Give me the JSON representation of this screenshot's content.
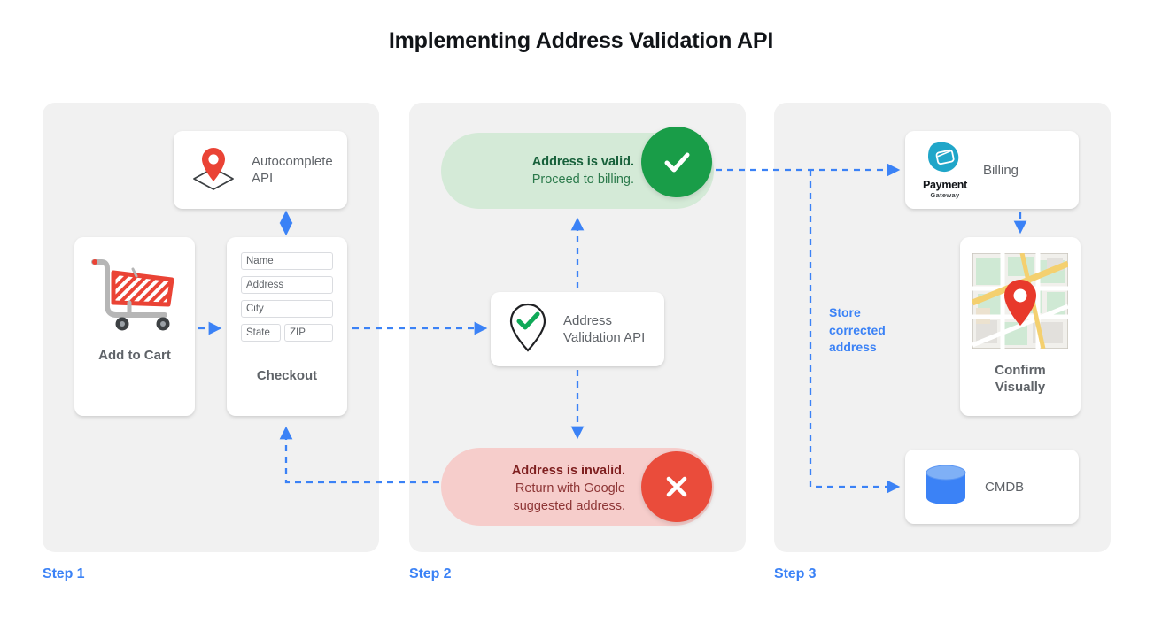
{
  "page": {
    "title": "Implementing Address Validation API",
    "background": "#ffffff",
    "accent_blue": "#3b82f6"
  },
  "steps": [
    {
      "label": "Step 1"
    },
    {
      "label": "Step 2"
    },
    {
      "label": "Step 3"
    }
  ],
  "step1": {
    "autocomplete_card": {
      "label": "Autocomplete API",
      "icon": "map-pin-on-map-icon"
    },
    "cart_card": {
      "label": "Add to Cart",
      "icon": "shopping-cart-icon"
    },
    "checkout_card": {
      "label": "Checkout",
      "fields": [
        {
          "name": "name",
          "placeholder": "Name"
        },
        {
          "name": "address",
          "placeholder": "Address"
        },
        {
          "name": "city",
          "placeholder": "City"
        },
        {
          "name": "state",
          "placeholder": "State"
        },
        {
          "name": "zip",
          "placeholder": "ZIP"
        }
      ]
    }
  },
  "step2": {
    "valid_banner": {
      "line1": "Address is valid.",
      "line2": "Proceed to billing.",
      "badge_icon": "check-circle-icon",
      "background": "#d4ead7",
      "badge_color": "#199d48"
    },
    "validation_card": {
      "label": "Address Validation API",
      "icon": "pin-with-check-icon"
    },
    "invalid_banner": {
      "line1": "Address is invalid.",
      "line2": "Return with Google",
      "line3": "suggested address.",
      "badge_icon": "x-circle-icon",
      "background": "#f6cdcb",
      "badge_color": "#ea4c3b"
    }
  },
  "step3": {
    "billing_card": {
      "label": "Billing",
      "logo_primary": "Payment",
      "logo_secondary": "Gateway",
      "logo_color": "#20a6c9"
    },
    "map_card": {
      "label_line1": "Confirm",
      "label_line2": "Visually",
      "icon": "map-thumbnail-with-pin-icon"
    },
    "cmdb_card": {
      "label": "CMDB",
      "icon": "database-cylinder-icon",
      "icon_color": "#3b82f6"
    },
    "store_note": {
      "line1": "Store",
      "line2": "corrected",
      "line3": "address"
    }
  },
  "connectors": [
    {
      "name": "cart-to-checkout",
      "style": "dashed-arrow-right"
    },
    {
      "name": "autocomplete-to-checkout",
      "style": "dashed-arrow-bidirectional-vertical"
    },
    {
      "name": "checkout-to-validation",
      "style": "dashed-arrow-right"
    },
    {
      "name": "validation-to-valid",
      "style": "dashed-arrow-up"
    },
    {
      "name": "validation-to-invalid",
      "style": "dashed-arrow-down"
    },
    {
      "name": "invalid-to-checkout",
      "style": "dashed-arrow-left-up"
    },
    {
      "name": "valid-to-billing",
      "style": "dashed-arrow-right"
    },
    {
      "name": "billing-to-map",
      "style": "dashed-arrow-down"
    },
    {
      "name": "store-to-cmdb",
      "style": "dashed-arrow-down-right"
    }
  ]
}
